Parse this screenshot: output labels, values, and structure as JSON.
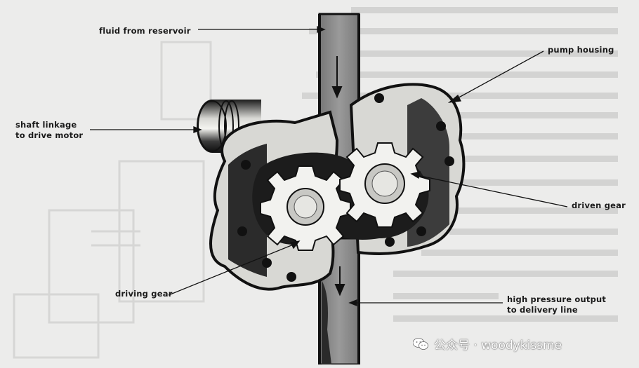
{
  "labels": {
    "fluid_from_reservoir": "fluid from reservoir",
    "pump_housing": "pump housing",
    "shaft_linkage_line1": "shaft linkage",
    "shaft_linkage_line2": "to drive motor",
    "driven_gear": "driven gear",
    "driving_gear": "driving gear",
    "high_pressure_line1": "high pressure output",
    "high_pressure_line2": "to delivery line"
  },
  "watermark": {
    "icon": "wechat-icon",
    "text": "公众号 · woodykissme"
  },
  "colors": {
    "background": "#ececeb",
    "ink": "#1a1a1a",
    "fluid": "#8c8c8c",
    "gear_light": "#f2f2ef"
  }
}
